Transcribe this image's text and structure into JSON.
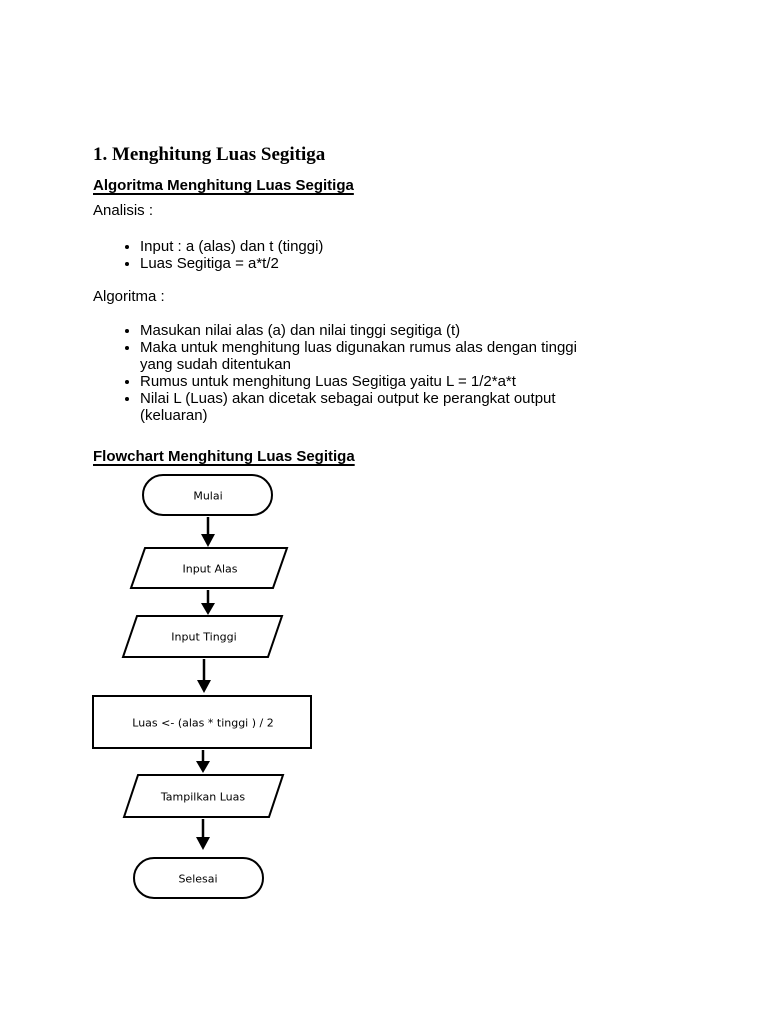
{
  "doc": {
    "title": "1. Menghitung Luas Segitiga",
    "algoritma_heading": "Algoritma Menghitung Luas Segitiga",
    "analisis_label": "Analisis :",
    "analisis_items": [
      "Input : a (alas) dan t (tinggi)",
      "Luas Segitiga = a*t/2"
    ],
    "algoritma_label": "Algoritma :",
    "algoritma_items": [
      "Masukan nilai alas (a) dan nilai tinggi segitiga (t)",
      "Maka untuk menghitung luas digunakan rumus alas dengan tinggi yang sudah ditentukan",
      "Rumus untuk menghitung Luas Segitiga yaitu L = 1/2*a*t",
      "Nilai L (Luas) akan dicetak sebagai output ke perangkat output (keluaran)"
    ],
    "flowchart_heading": "Flowchart Menghitung Luas Segitiga"
  },
  "flowchart": {
    "nodes": [
      {
        "type": "terminator",
        "label": "Mulai"
      },
      {
        "type": "io",
        "label": "Input Alas"
      },
      {
        "type": "io",
        "label": "Input Tinggi"
      },
      {
        "type": "process",
        "label": "Luas <- (alas * tinggi ) / 2"
      },
      {
        "type": "io",
        "label": "Tampilkan Luas"
      },
      {
        "type": "terminator",
        "label": "Selesai"
      }
    ]
  },
  "colors": {
    "ink": "#000000",
    "paper": "#ffffff"
  }
}
